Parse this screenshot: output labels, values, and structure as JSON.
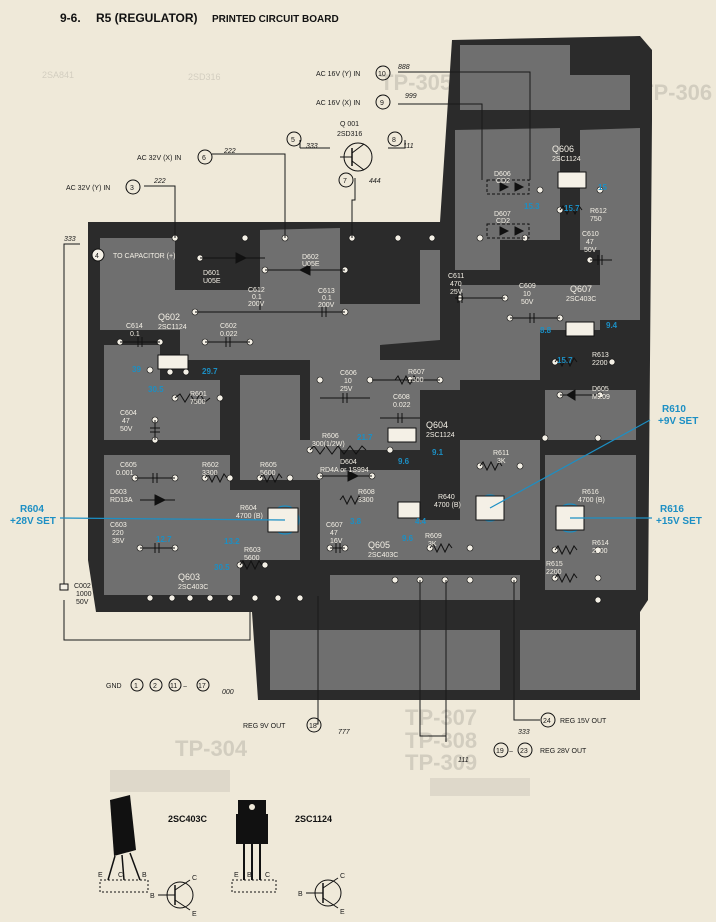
{
  "header": {
    "number": "9-6.",
    "title": "R5 (REGULATOR)",
    "subtitle": "PRINTED CIRCUIT BOARD"
  },
  "colors": {
    "board": "#2b2b2b",
    "trace": "#6b6b6b",
    "paper": "#efe9d9",
    "annotation": "#1c8fc4"
  },
  "inputs": {
    "ac16y": {
      "text": "AC 16V (Y) IN",
      "pin": "10",
      "wire": "888"
    },
    "ac16x": {
      "text": "AC 16V (X) IN",
      "pin": "9",
      "wire": "999"
    },
    "ac32x": {
      "text": "AC 32V (X) IN",
      "pin": "6",
      "wire": "222"
    },
    "ac32y": {
      "text": "AC 32V (Y) IN",
      "pin": "3",
      "wire": "222"
    },
    "cap": {
      "pin": "4",
      "text": "TO CAPACITOR (+)",
      "wire": "333"
    }
  },
  "q001": {
    "ref": "Q 001",
    "part": "2SD316",
    "pinE": "5",
    "pinE_wire": "333",
    "pinC": "8",
    "pinC_wire": "111",
    "pinB": "7",
    "pinB_wire": "444"
  },
  "components": [
    {
      "id": "d601",
      "ref": "D601",
      "part": "U05E"
    },
    {
      "id": "d602",
      "ref": "D602",
      "part": "U05E"
    },
    {
      "id": "c612",
      "ref": "C612",
      "part": "0.1",
      "extra": "200V"
    },
    {
      "id": "c613",
      "ref": "C613",
      "part": "0.1",
      "extra": "200V"
    },
    {
      "id": "c614",
      "ref": "C614",
      "part": "0.1"
    },
    {
      "id": "q602",
      "ref": "Q602",
      "part": "2SC1124"
    },
    {
      "id": "c602",
      "ref": "C602",
      "part": "0.022"
    },
    {
      "id": "r601",
      "ref": "R601",
      "part": "7500"
    },
    {
      "id": "c604",
      "ref": "C604",
      "part": "47",
      "extra": "50V"
    },
    {
      "id": "c605",
      "ref": "C605",
      "part": "0.001"
    },
    {
      "id": "r602",
      "ref": "R602",
      "part": "3300"
    },
    {
      "id": "d603",
      "ref": "D603",
      "part": "RD13A"
    },
    {
      "id": "r605",
      "ref": "R605",
      "part": "5600"
    },
    {
      "id": "r604",
      "ref": "R604",
      "part": "4700 (B)"
    },
    {
      "id": "c603",
      "ref": "C603",
      "part": "220",
      "extra": "35V"
    },
    {
      "id": "r603",
      "ref": "R603",
      "part": "5600"
    },
    {
      "id": "q603",
      "ref": "Q603",
      "part": "2SC403C"
    },
    {
      "id": "c606",
      "ref": "C606",
      "part": "10",
      "extra": "25V"
    },
    {
      "id": "r607",
      "ref": "R607",
      "part": "7500"
    },
    {
      "id": "c608",
      "ref": "C608",
      "part": "0.022"
    },
    {
      "id": "r606",
      "ref": "R606",
      "part": "300(1/2W)"
    },
    {
      "id": "q604",
      "ref": "Q604",
      "part": "2SC1124"
    },
    {
      "id": "d604",
      "ref": "D604",
      "part": "RD4A or 1S994"
    },
    {
      "id": "r608",
      "ref": "R608",
      "part": "3300"
    },
    {
      "id": "c607",
      "ref": "C607",
      "part": "47",
      "extra": "16V"
    },
    {
      "id": "q605",
      "ref": "Q605",
      "part": "2SC403C"
    },
    {
      "id": "r609",
      "ref": "R609",
      "part": "3K"
    },
    {
      "id": "r611",
      "ref": "R611",
      "part": "3K"
    },
    {
      "id": "r640",
      "ref": "R640",
      "part": "4700 (B)"
    },
    {
      "id": "c611",
      "ref": "C611",
      "part": "470",
      "extra": "25V"
    },
    {
      "id": "d606",
      "ref": "D606",
      "part": "CD2"
    },
    {
      "id": "d607",
      "ref": "D607",
      "part": "CD2"
    },
    {
      "id": "q606",
      "ref": "Q606",
      "part": "2SC1124"
    },
    {
      "id": "r612",
      "ref": "R612",
      "part": "750"
    },
    {
      "id": "c610",
      "ref": "C610",
      "part": "47",
      "extra": "50V"
    },
    {
      "id": "c609",
      "ref": "C609",
      "part": "10",
      "extra": "50V"
    },
    {
      "id": "q607",
      "ref": "Q607",
      "part": "2SC403C"
    },
    {
      "id": "r613",
      "ref": "R613",
      "part": "2200"
    },
    {
      "id": "d605",
      "ref": "D605",
      "part": "MZ09"
    },
    {
      "id": "r616",
      "ref": "R616",
      "part": "4700 (B)"
    },
    {
      "id": "r614",
      "ref": "R614",
      "part": "2200"
    },
    {
      "id": "r615",
      "ref": "R615",
      "part": "2200"
    },
    {
      "id": "c002",
      "ref": "C002",
      "part": "1000",
      "extra": "50V"
    }
  ],
  "voltages": [
    "39",
    "30.5",
    "29.7",
    "12.7",
    "13.2",
    "30.5",
    "21.7",
    "9.6",
    "9.1",
    "3.8",
    "4.4",
    "9.6",
    "15.3",
    "15.7",
    "15",
    "8.8",
    "9.4",
    "15.7"
  ],
  "adjustments": {
    "r604": {
      "ref": "R604",
      "label": "+28V SET"
    },
    "r610": {
      "ref": "R610",
      "label": "+9V SET"
    },
    "r616": {
      "ref": "R616",
      "label": "+15V SET"
    }
  },
  "outputs": {
    "gnd": {
      "text": "GND",
      "pins": [
        "1",
        "2",
        "11",
        "17"
      ],
      "wire": "000"
    },
    "reg9": {
      "text": "REG 9V OUT",
      "pin": "18",
      "wire": "777"
    },
    "reg15": {
      "text": "REG 15V OUT",
      "pin": "24",
      "wire": "333"
    },
    "reg28": {
      "text": "REG 28V OUT",
      "pin_from": "19",
      "pin_to": "23",
      "wire": "111"
    }
  },
  "legend": {
    "t1": {
      "name": "2SC403C",
      "pins": [
        "E",
        "C",
        "B"
      ],
      "sym": [
        "B",
        "C",
        "E"
      ]
    },
    "t2": {
      "name": "2SC1124",
      "pins": [
        "E",
        "B",
        "C"
      ],
      "sym": [
        "B",
        "C",
        "E"
      ]
    }
  },
  "ghost": [
    "TP-307",
    "TP-308",
    "TP-309",
    "TP-304",
    "TP-306",
    "TP-305",
    "2SD316",
    "2SA841"
  ]
}
